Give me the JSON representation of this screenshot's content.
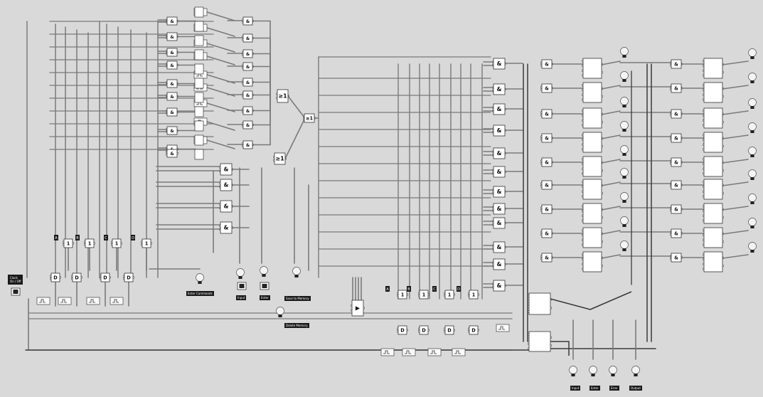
{
  "gates": {
    "and_symbol": "&",
    "or_symbol": "≥1",
    "not_symbol": "1",
    "dflipflop_symbol": "D",
    "mux_symbol": "▶"
  },
  "clock": {
    "title": "Clock",
    "subtitle": "On / Off"
  },
  "lamps_left": [
    {
      "label": "Enter Commands"
    },
    {
      "label": "Input"
    },
    {
      "label": "Enter"
    },
    {
      "label": "Save to Memory"
    },
    {
      "label": "Delete Memory"
    }
  ],
  "lamps_bottom": [
    {
      "label": "Input"
    },
    {
      "label": "Enter"
    },
    {
      "label": "Error"
    },
    {
      "label": "Output"
    }
  ],
  "small_tags": [
    "A",
    "B",
    "C",
    "D",
    "A",
    "B",
    "C",
    "D"
  ],
  "colors": {
    "background": "#d9d9d9",
    "wire": "#7a7a7a",
    "wire_dark": "#3a3a3a",
    "gate": "#ffffff",
    "label_bg": "#1a1a1a"
  }
}
